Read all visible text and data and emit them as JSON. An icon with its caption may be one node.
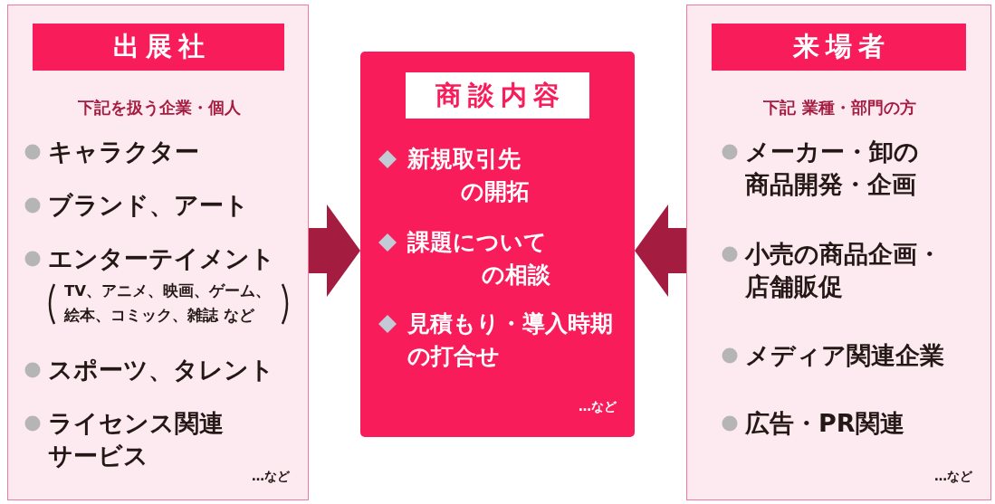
{
  "diagram": {
    "nodes": [
      {
        "text": [
          "下記を扱う企業・個人",
          "キャラクター",
          "ブランド、アート",
          "エンターテイメント",
          "TV、アニメ、映画、ゲーム、絵本、コミック、雑誌 など",
          "スポーツ、タレント",
          "ライセンス関連サービス",
          "…など"
        ]
      },
      {
        "text": [
          "出展社"
        ],
        "in": 0
      },
      {
        "text": [
          "新規取引先の開拓",
          "課題についての相談",
          "見積もり・導入時期の打合せ",
          "…など"
        ]
      },
      {
        "text": [
          "商談内容"
        ],
        "in": 2
      },
      {
        "text": [
          "下記 業種・部門の方",
          "メーカー・卸の商品開発・企画",
          "小売の商品企画・店舗販促",
          "メディア関連企業",
          "広告・PR関連",
          "…など"
        ]
      },
      {
        "text": [
          "来場者"
        ],
        "in": 4
      }
    ],
    "edges": [
      {
        "from": 0,
        "to": 2,
        "arrow": "to"
      },
      {
        "from": 4,
        "to": 2,
        "arrow": "to"
      }
    ]
  }
}
